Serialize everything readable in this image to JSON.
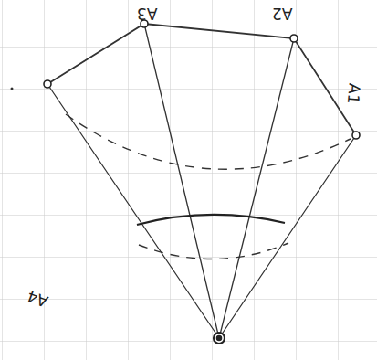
{
  "diagram": {
    "labels": [
      "A3",
      "A2",
      "A1",
      "A4"
    ]
  }
}
